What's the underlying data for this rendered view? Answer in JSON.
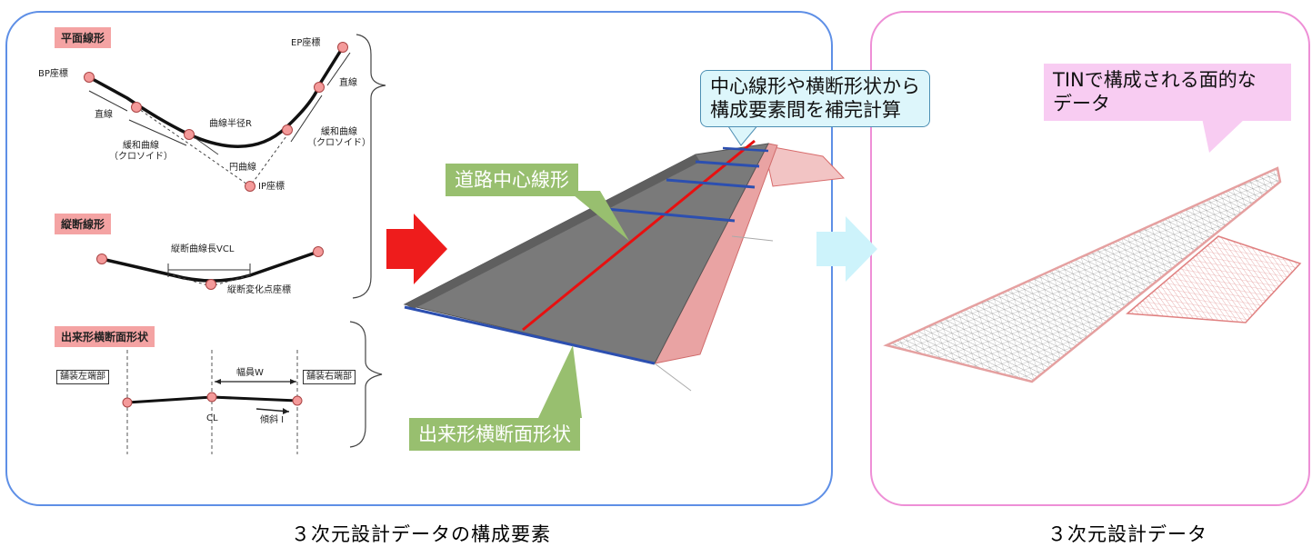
{
  "left_panel": {
    "caption": "３次元設計データの構成要素",
    "plan": {
      "label": "平面線形",
      "bp": "BP座標",
      "ep": "EP座標",
      "ip": "IP座標",
      "straight_left": "直線",
      "straight_right": "直線",
      "transition_left": "緩和曲線\n（クロソイド）",
      "transition_right": "緩和曲線\n（クロソイド）",
      "radius": "曲線半径R",
      "circular": "円曲線"
    },
    "profile": {
      "label": "縦断線形",
      "vcl": "縦断曲線長VCL",
      "change_point": "縦断変化点座標"
    },
    "cross_section": {
      "label": "出来形横断面形状",
      "left_edge": "舗装左端部",
      "right_edge": "舗装右端部",
      "width": "幅員W",
      "cl": "CL",
      "slope": "傾斜 I"
    },
    "callouts": {
      "center_line": "道路中心線形",
      "cross_shape": "出来形横断面形状",
      "interpolation_line1": "中心線形や横断形状から",
      "interpolation_line2": "構成要素間を補完計算"
    }
  },
  "right_panel": {
    "caption": "３次元設計データ",
    "callout_line1": "TINで構成される面的な",
    "callout_line2": "データ"
  },
  "colors": {
    "left_border": "#5e8fe6",
    "right_border": "#ee8fd6",
    "red_arrow": "#ee1c1c",
    "cyan_arrow": "#cdf3fb",
    "label_bg": "#f4a3a3",
    "green_callout": "#98bf6f",
    "road_surface": "#7a7a7a",
    "center_line": "#e81010",
    "cross_line": "#2c4fb0"
  }
}
